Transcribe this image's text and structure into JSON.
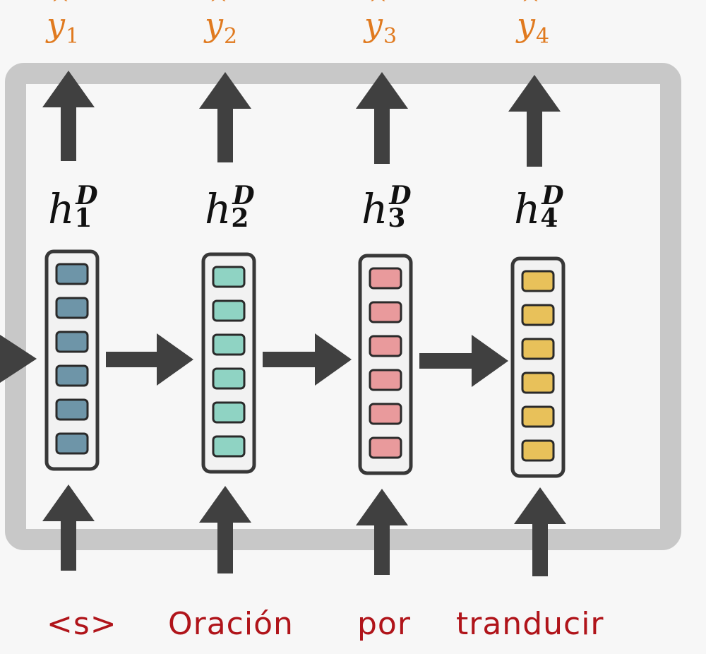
{
  "outputs": [
    {
      "base": "y",
      "sub": "1"
    },
    {
      "base": "y",
      "sub": "2"
    },
    {
      "base": "y",
      "sub": "3"
    },
    {
      "base": "y",
      "sub": "4"
    }
  ],
  "hidden_states": [
    {
      "base": "h",
      "sup": "D",
      "sub": "1",
      "color": "#6e95a8"
    },
    {
      "base": "h",
      "sup": "D",
      "sub": "2",
      "color": "#8fd3c3"
    },
    {
      "base": "h",
      "sup": "D",
      "sub": "3",
      "color": "#e99a9c"
    },
    {
      "base": "h",
      "sup": "D",
      "sub": "4",
      "color": "#e8c15a"
    }
  ],
  "inputs": [
    "<s>",
    "Oración",
    "por",
    "tranducir"
  ],
  "colors": {
    "output_text": "#e07a1f",
    "input_text": "#b0141a",
    "arrow": "#404040",
    "frame": "#c8c8c8"
  }
}
